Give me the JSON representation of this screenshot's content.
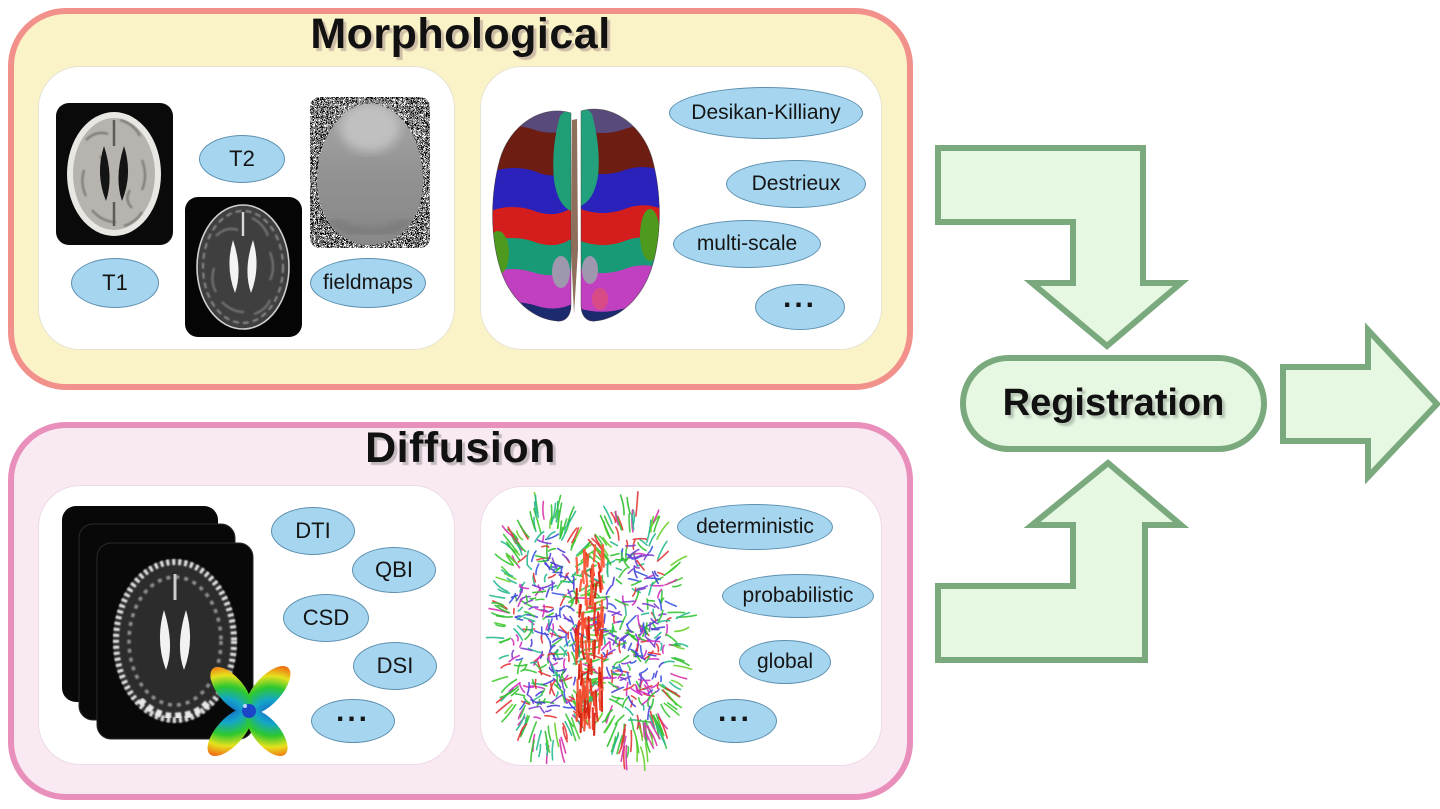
{
  "figure": {
    "kind": "neuroimaging-pipeline-diagram"
  },
  "titles": {
    "morphological": "Morphological",
    "diffusion": "Diffusion",
    "registration": "Registration"
  },
  "labels": {
    "t1": "T1",
    "t2": "T2",
    "fieldmaps": "fieldmaps",
    "desikan_killiany": "Desikan-Killiany",
    "destrieux": "Destrieux",
    "multi_scale": "multi-scale",
    "parcellation_more": "...",
    "dti": "DTI",
    "qbi": "QBI",
    "csd": "CSD",
    "dsi": "DSI",
    "models_more": "...",
    "deterministic": "deterministic",
    "probabilistic": "probabilistic",
    "global": "global",
    "tractography_more": "..."
  },
  "colors": {
    "morphological_border": "#f2908c",
    "morphological_fill": "#fbf3c8",
    "diffusion_border": "#e98fbb",
    "diffusion_fill": "#f9e9f2",
    "label_ellipse_fill": "#a6d6ef",
    "label_ellipse_stroke": "#5e90b0",
    "arrow_fill": "#e6f7e2",
    "arrow_stroke": "#7aa97e"
  }
}
